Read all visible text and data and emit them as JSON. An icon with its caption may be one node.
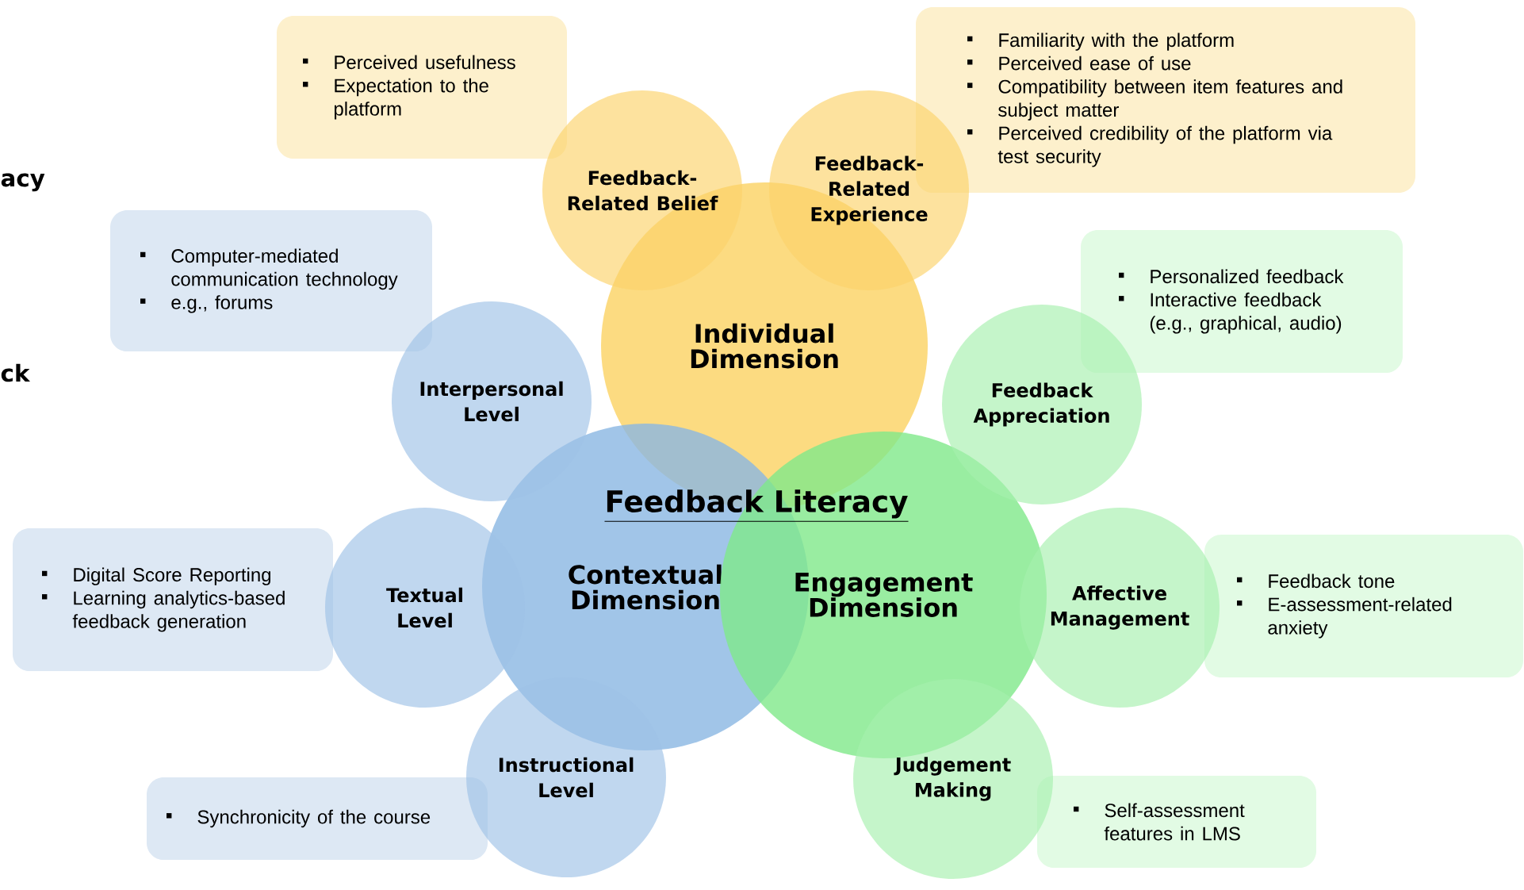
{
  "diagram": {
    "nodes": [
      {
        "text": [
          "Perceived usefulness",
          "Expectation to the platform"
        ]
      },
      {
        "text": [
          "Familiarity with the platform",
          "Perceived ease of use",
          "Compatibility between item features and subject matter",
          "Perceived credibility of the platform via test security"
        ]
      },
      {
        "text": [
          "Feedback-Related Belief"
        ]
      },
      {
        "text": [
          "Feedback-Related Experience"
        ]
      },
      {
        "text": [
          "Computer-mediated communication technology",
          "e.g., forums"
        ]
      },
      {
        "text": [
          "Personalized feedback",
          "Interactive feedback (e.g., graphical, audio)"
        ]
      },
      {
        "text": [
          "Individual Dimension"
        ]
      },
      {
        "text": [
          "Interpersonal Level"
        ]
      },
      {
        "text": [
          "Feedback Appreciation"
        ]
      },
      {
        "text": [
          "Contextual Dimension"
        ]
      },
      {
        "text": [
          "Digital Score Reporting",
          "Learning analytics-based feedback generation"
        ]
      },
      {
        "text": [
          "Textual Level"
        ]
      },
      {
        "text": [
          "Engagement Dimension"
        ]
      },
      {
        "text": [
          "Affective Management"
        ]
      },
      {
        "text": [
          "Feedback tone",
          "E-assessment-related anxiety"
        ]
      },
      {
        "text": [
          "Instructional Level"
        ]
      },
      {
        "text": [
          "Judgement Making"
        ]
      },
      {
        "text": [
          "Synchronicity of the course"
        ]
      },
      {
        "text": [
          "Self-assessment features in LMS"
        ]
      }
    ],
    "labels": [
      "acy",
      "ck",
      "Feedback Literacy"
    ]
  }
}
